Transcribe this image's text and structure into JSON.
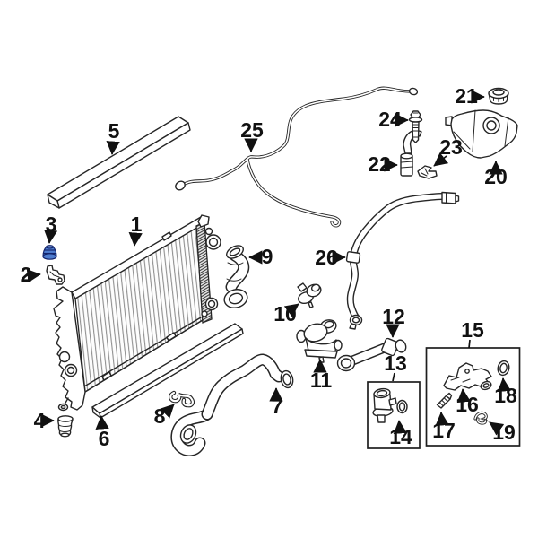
{
  "diagram": {
    "subject": "engine-cooling-radiator-parts-diagram",
    "background": "#ffffff",
    "line_color": "#262626",
    "fin_color": "#8f8f8f",
    "highlight_color": "#4d7bcd",
    "callouts": [
      {
        "num": "1",
        "part": "radiator"
      },
      {
        "num": "2",
        "part": "radiator-mount-bracket"
      },
      {
        "num": "3",
        "part": "radiator-grommet-highlighted"
      },
      {
        "num": "4",
        "part": "radiator-insulator"
      },
      {
        "num": "5",
        "part": "upper-air-seal-strip"
      },
      {
        "num": "6",
        "part": "lower-air-seal-strip"
      },
      {
        "num": "7",
        "part": "lower-radiator-hose"
      },
      {
        "num": "8",
        "part": "hose-clip"
      },
      {
        "num": "9",
        "part": "upper-radiator-hose"
      },
      {
        "num": "10",
        "part": "water-outlet-fitting"
      },
      {
        "num": "11",
        "part": "thermostat-housing"
      },
      {
        "num": "12",
        "part": "connector-tube"
      },
      {
        "num": "13",
        "part": "water-outlet-assembly"
      },
      {
        "num": "14",
        "part": "water-outlet-with-o-ring"
      },
      {
        "num": "15",
        "part": "outlet-bracket-kit"
      },
      {
        "num": "16",
        "part": "bracket"
      },
      {
        "num": "17",
        "part": "stud"
      },
      {
        "num": "18",
        "part": "o-ring"
      },
      {
        "num": "19",
        "part": "retainer-clip"
      },
      {
        "num": "20",
        "part": "coolant-expansion-tank"
      },
      {
        "num": "21",
        "part": "reservoir-cap"
      },
      {
        "num": "22",
        "part": "tank-bracket"
      },
      {
        "num": "23",
        "part": "tank-clip"
      },
      {
        "num": "24",
        "part": "mounting-bolt"
      },
      {
        "num": "25",
        "part": "overflow-hose"
      },
      {
        "num": "26",
        "part": "coolant-hose"
      }
    ]
  }
}
